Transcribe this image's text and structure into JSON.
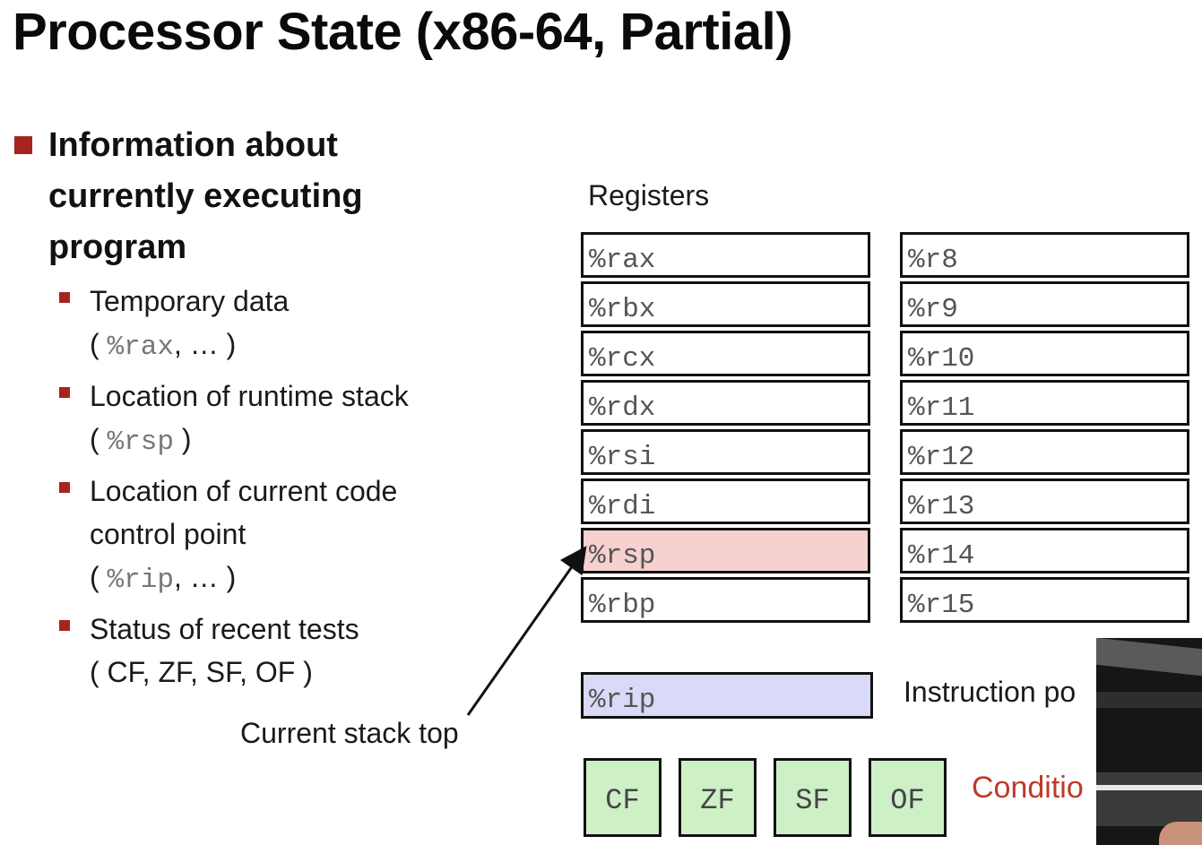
{
  "title": "Processor State (x86-64, Partial)",
  "main_bullet": {
    "lines": [
      "Information about",
      "currently executing",
      "program"
    ]
  },
  "sub_bullets": [
    {
      "line1": "Temporary data",
      "line2_pre": "( ",
      "line2_mono": "%rax",
      "line2_post": ", … )"
    },
    {
      "line1": "Location of runtime stack",
      "line2_pre": "( ",
      "line2_mono": "%rsp",
      "line2_post": " )"
    },
    {
      "line1": "Location of current code",
      "line1b": "control point",
      "line2_pre": "( ",
      "line2_mono": "%rip",
      "line2_post": ", … )"
    },
    {
      "line1": "Status of recent tests",
      "line2_text": "( CF, ZF, SF, OF )"
    }
  ],
  "registers_label": "Registers",
  "registers_left": [
    "%rax",
    "%rbx",
    "%rcx",
    "%rdx",
    "%rsi",
    "%rdi",
    "%rsp",
    "%rbp"
  ],
  "registers_right": [
    "%r8",
    "%r9",
    "%r10",
    "%r11",
    "%r12",
    "%r13",
    "%r14",
    "%r15"
  ],
  "rip": "%rip",
  "rip_label": "Instruction po",
  "stack_top_label": "Current stack top",
  "flags": [
    "CF",
    "ZF",
    "SF",
    "OF"
  ],
  "flags_label": "Conditio",
  "colors": {
    "bullet": "#a6231f",
    "rsp_highlight": "#f7d0d0",
    "rip_fill": "#d8daf7",
    "flag_fill": "#cdf0c6",
    "condition_text": "#c0392b"
  }
}
